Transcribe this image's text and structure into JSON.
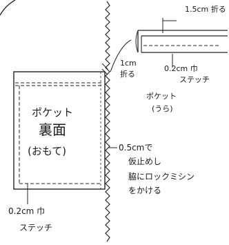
{
  "labels": {
    "fold_width": "1.5cm 折る",
    "fold_1cm_a": "1cm",
    "fold_1cm_b": "折る",
    "stitch_top_a": "0.2cm 巾",
    "stitch_top_b": "ステッチ",
    "pocket_back_a": "ポケット",
    "pocket_back_b": "(うら)",
    "pocket_front_a": "ポケット",
    "pocket_front_b": "裏面",
    "pocket_front_c": "(おもて)",
    "seam_a": "0.5cmで",
    "seam_b": "仮止めし",
    "seam_c": "脇にロックミシン",
    "seam_d": "をかける",
    "stitch_bottom_a": "0.2cm 巾",
    "stitch_bottom_b": "ステッチ"
  }
}
